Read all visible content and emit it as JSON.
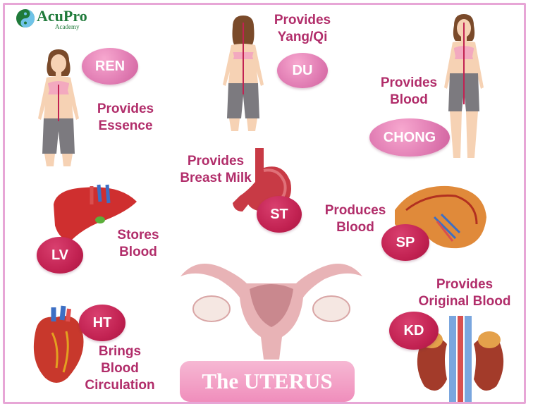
{
  "logo": {
    "name": "AcuPro",
    "sub": "Academy"
  },
  "title": "The UTERUS",
  "nodes": {
    "ren": {
      "badge": "REN",
      "text": [
        "Provides",
        "Essence"
      ]
    },
    "du": {
      "badge": "DU",
      "text": [
        "Provides",
        "Yang/Qi"
      ]
    },
    "chong": {
      "badge": "CHONG",
      "text": [
        "Provides",
        "Blood"
      ]
    },
    "st": {
      "badge": "ST",
      "text": [
        "Provides",
        "Breast Milk"
      ]
    },
    "lv": {
      "badge": "LV",
      "text": [
        "Stores",
        "Blood"
      ]
    },
    "sp": {
      "badge": "SP",
      "text": [
        "Produces",
        "Blood"
      ]
    },
    "ht": {
      "badge": "HT",
      "text": [
        "Brings",
        "Blood",
        "Circulation"
      ]
    },
    "kd": {
      "badge": "KD",
      "text": [
        "Provides",
        "Original Blood"
      ]
    }
  },
  "colors": {
    "label": "#b12d6a",
    "badge": "#e27fb5",
    "badge_dark": "#c22252",
    "frame": "#e7a6d6",
    "logo": "#1f7a3a"
  }
}
